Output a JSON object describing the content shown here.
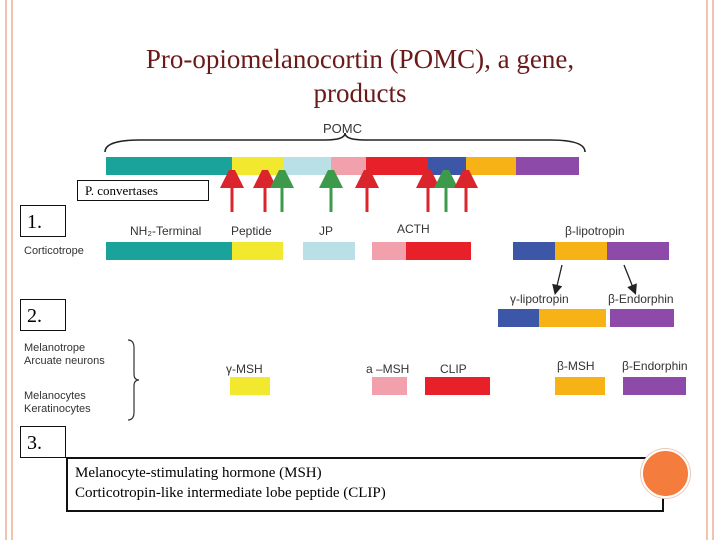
{
  "title": {
    "line1": "Pro-opiomelanocortin (POMC), a gene,",
    "line2": "products"
  },
  "pomc_label": "POMC",
  "convertase_label": "P. convertases",
  "steps": [
    "1.",
    "2.",
    "3."
  ],
  "row1": {
    "cell_label": "Corticotrope",
    "labels": {
      "nh2": "NH₂-Terminal",
      "peptide": "Peptide",
      "jp": "JP",
      "acth": "ACTH",
      "b_lipotropin": "β-lipotropin"
    }
  },
  "row2": {
    "labels": {
      "g_lipotropin": "γ-lipotropin",
      "b_endorphin": "β-Endorphin"
    }
  },
  "row3": {
    "cell_labels": {
      "melanotrope": "Melanotrope",
      "arcuate": "Arcuate neurons",
      "melanocytes": "Melanocytes",
      "keratinocytes": "Keratinocytes"
    },
    "labels": {
      "g_msh": "γ-MSH",
      "a_msh": "a –MSH",
      "clip": "CLIP",
      "b_msh": "β-MSH",
      "b_endorphin": "β-Endorphin"
    }
  },
  "definitions": {
    "line1": "Melanocyte-stimulating hormone (MSH)",
    "line2": "Corticotropin-like intermediate lobe peptide (CLIP)"
  },
  "colors": {
    "teal": "#1aa39b",
    "yellow": "#f2e82e",
    "lightblue": "#b8e0e6",
    "pink": "#f2a0ab",
    "red": "#e8202a",
    "blue": "#3c57a8",
    "orange": "#f7b216",
    "purple": "#8e4aa8",
    "arrow_red": "#d9252b",
    "arrow_green": "#3d9a4a",
    "title": "#6b1a1a"
  }
}
